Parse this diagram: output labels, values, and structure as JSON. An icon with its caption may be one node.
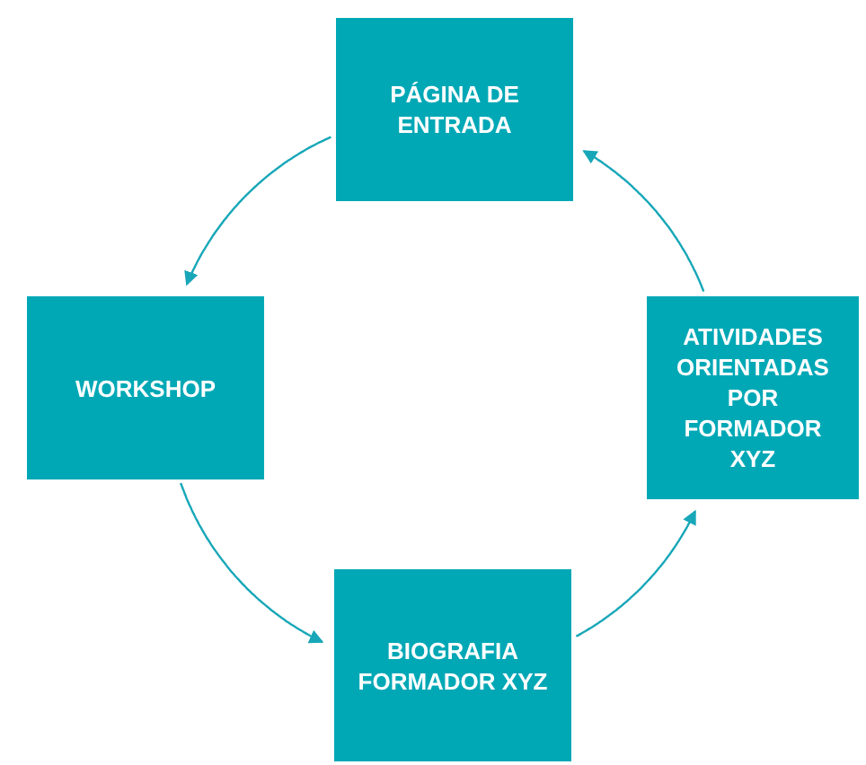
{
  "diagram": {
    "nodes": [
      {
        "text": [
          "PÁGINA DE ENTRADA"
        ]
      },
      {
        "text": [
          "WORKSHOP"
        ]
      },
      {
        "text": [
          "BIOGRAFIA FORMADOR XYZ"
        ]
      },
      {
        "text": [
          "ATIVIDADES ORIENTADAS POR FORMADOR XYZ"
        ]
      }
    ],
    "edges": [
      {
        "from": 0,
        "to": 1,
        "arrow": "to"
      },
      {
        "from": 1,
        "to": 2,
        "arrow": "to"
      },
      {
        "from": 2,
        "to": 3,
        "arrow": "to"
      },
      {
        "from": 3,
        "to": 0,
        "arrow": "to"
      }
    ]
  }
}
